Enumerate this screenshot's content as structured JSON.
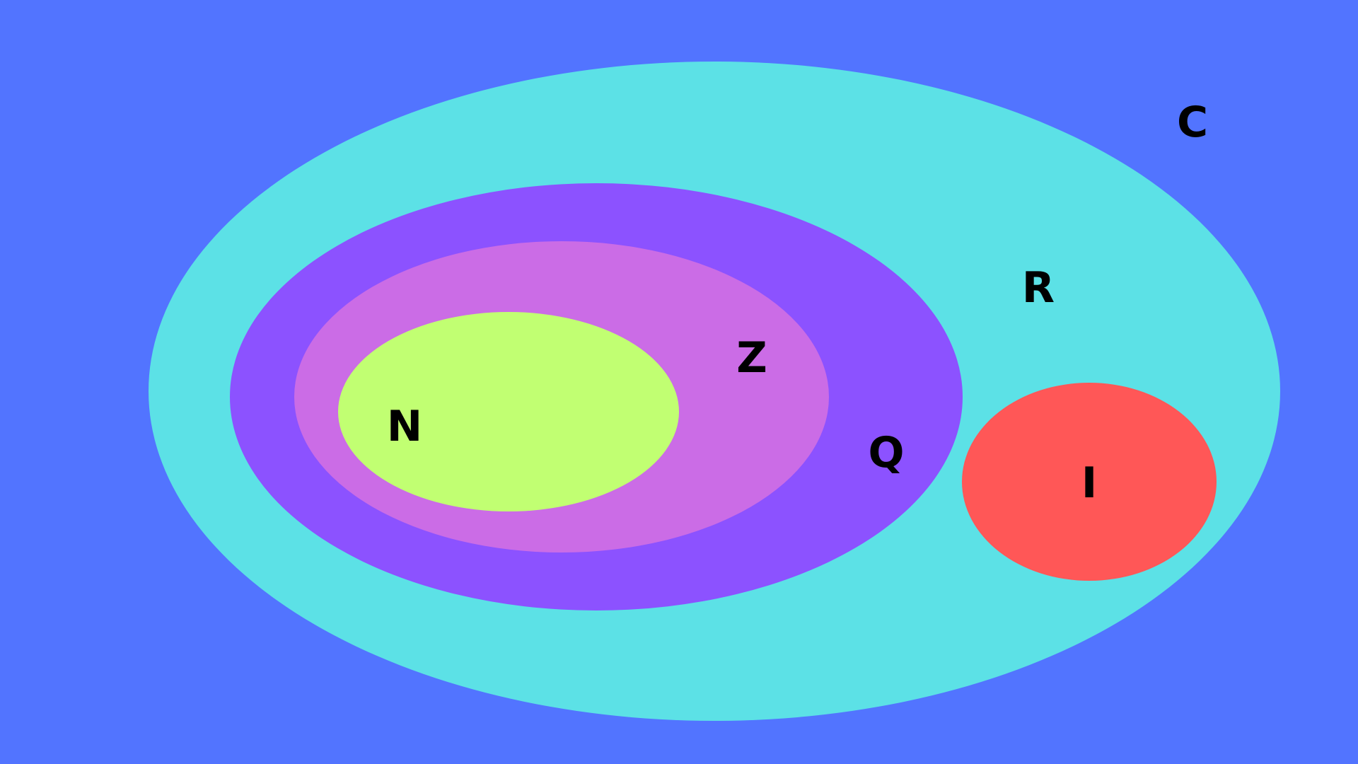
{
  "colors": {
    "background": "#5274FF",
    "complex": "#5CE1E6",
    "real": "#5CE1E6",
    "rational": "#8C52FF",
    "integer": "#CB6CE6",
    "natural": "#C1FF72",
    "irrational": "#FF5757"
  },
  "sets": {
    "complex": {
      "label": "C"
    },
    "real": {
      "label": "R"
    },
    "rational": {
      "label": "Q"
    },
    "integer": {
      "label": "Z"
    },
    "natural": {
      "label": "N"
    },
    "irrational": {
      "label": "I"
    }
  }
}
